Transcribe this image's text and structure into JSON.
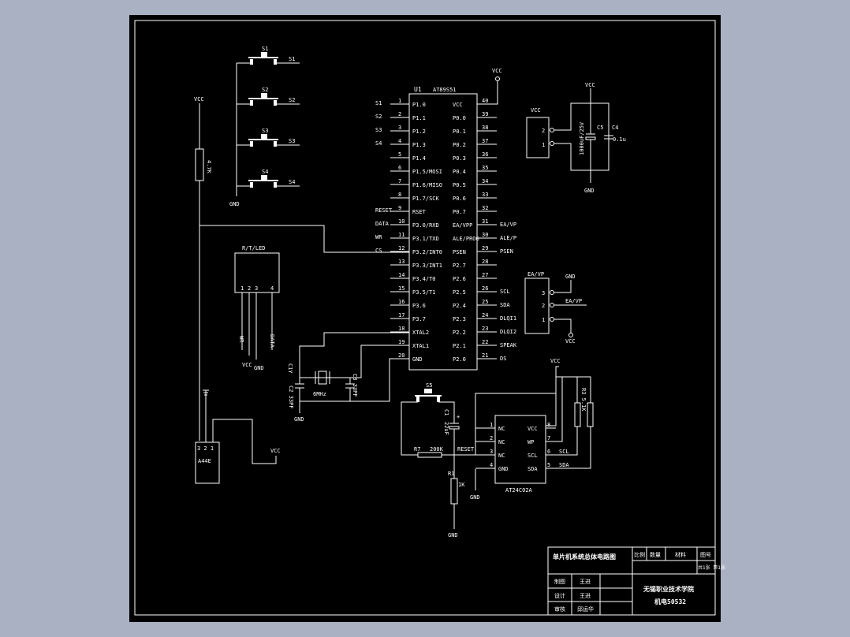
{
  "chip": {
    "ref": "U1",
    "part": "AT89S51",
    "left_pins": [
      {
        "num": "1",
        "name": "P1.0",
        "net": "S1"
      },
      {
        "num": "2",
        "name": "P1.1",
        "net": "S2"
      },
      {
        "num": "3",
        "name": "P1.2",
        "net": "S3"
      },
      {
        "num": "4",
        "name": "P1.3",
        "net": "S4"
      },
      {
        "num": "5",
        "name": "P1.4",
        "net": ""
      },
      {
        "num": "6",
        "name": "P1.5/MOSI",
        "net": ""
      },
      {
        "num": "7",
        "name": "P1.6/MISO",
        "net": ""
      },
      {
        "num": "8",
        "name": "P1.7/SCK",
        "net": ""
      },
      {
        "num": "9",
        "name": "RSET",
        "net": "RESET"
      },
      {
        "num": "10",
        "name": "P3.0/RXD",
        "net": "DATA"
      },
      {
        "num": "11",
        "name": "P3.1/TXD",
        "net": "WR"
      },
      {
        "num": "12",
        "name": "P3.2/INT0",
        "net": "CS"
      },
      {
        "num": "13",
        "name": "P3.3/INT1",
        "net": ""
      },
      {
        "num": "14",
        "name": "P3.4/T0",
        "net": ""
      },
      {
        "num": "15",
        "name": "P3.5/T1",
        "net": ""
      },
      {
        "num": "16",
        "name": "P3.6",
        "net": ""
      },
      {
        "num": "17",
        "name": "P3.7",
        "net": ""
      },
      {
        "num": "18",
        "name": "XTAL2",
        "net": ""
      },
      {
        "num": "19",
        "name": "XTAL1",
        "net": ""
      },
      {
        "num": "20",
        "name": "GND",
        "net": ""
      }
    ],
    "right_pins": [
      {
        "num": "40",
        "name": "VCC",
        "net": ""
      },
      {
        "num": "39",
        "name": "P0.0",
        "net": ""
      },
      {
        "num": "38",
        "name": "P0.1",
        "net": ""
      },
      {
        "num": "37",
        "name": "P0.2",
        "net": ""
      },
      {
        "num": "36",
        "name": "P0.3",
        "net": ""
      },
      {
        "num": "35",
        "name": "P0.4",
        "net": ""
      },
      {
        "num": "34",
        "name": "P0.5",
        "net": ""
      },
      {
        "num": "33",
        "name": "P0.6",
        "net": ""
      },
      {
        "num": "32",
        "name": "P0.7",
        "net": ""
      },
      {
        "num": "31",
        "name": "EA/VPP",
        "net": "EA/VP"
      },
      {
        "num": "30",
        "name": "ALE/PROG",
        "net": "ALE/P"
      },
      {
        "num": "29",
        "name": "PSEN",
        "net": "PSEN"
      },
      {
        "num": "28",
        "name": "P2.7",
        "net": ""
      },
      {
        "num": "27",
        "name": "P2.6",
        "net": ""
      },
      {
        "num": "26",
        "name": "P2.5",
        "net": "SCL"
      },
      {
        "num": "25",
        "name": "P2.4",
        "net": "SDA"
      },
      {
        "num": "24",
        "name": "P2.3",
        "net": "DLQI1"
      },
      {
        "num": "23",
        "name": "P2.2",
        "net": "DLQI2"
      },
      {
        "num": "22",
        "name": "P2.1",
        "net": "SPEAK"
      },
      {
        "num": "21",
        "name": "P2.0",
        "net": "DS"
      }
    ],
    "vcc": "VCC"
  },
  "switches": {
    "labels": [
      "S1",
      "S2",
      "S3",
      "S4"
    ],
    "nets": [
      "S1",
      "S2",
      "S3",
      "S4"
    ],
    "gnd": "GND"
  },
  "pullup": {
    "vcc": "VCC",
    "value": "4.7K"
  },
  "led": {
    "title": "R/T/LED",
    "pins": [
      "1",
      "2",
      "3",
      "4"
    ],
    "wr": "WR",
    "vcc": "VCC",
    "gnd": "GND",
    "data": "DATA"
  },
  "crystal": {
    "c1": "C1Y",
    "c2": "C2 33PF",
    "c3": "C3 33PF",
    "freq": "6MHz",
    "gnd": "GND"
  },
  "sensor": {
    "pins": "3 2 1",
    "name": "A44E",
    "vcc": "VCC"
  },
  "power": {
    "vcc": "VCC",
    "pins": [
      "2",
      "1"
    ],
    "vcc2": "VCC",
    "c5_label": "C5",
    "c5_value": "1000uF/25V",
    "c4_label": "C4",
    "c4_value": "0.1u",
    "gnd": "GND"
  },
  "ea_jumper": {
    "title": "EA/VP",
    "pins": [
      "3",
      "2",
      "1"
    ],
    "gnd": "GND",
    "ea": "EA/VP",
    "vcc": "VCC"
  },
  "reset": {
    "s5": "S5",
    "c1": "C1",
    "c1_value": "22uF",
    "plus": "+",
    "r7": "R7",
    "r7_value": "200K",
    "reset": "RESET",
    "r1": "R1",
    "r1_value": "1K",
    "gnd": "GND"
  },
  "eeprom": {
    "name": "AT24C02A",
    "left_pins": [
      {
        "num": "1",
        "name": "NC"
      },
      {
        "num": "2",
        "name": "NC"
      },
      {
        "num": "3",
        "name": "NC"
      },
      {
        "num": "4",
        "name": "GND"
      }
    ],
    "right_pins": [
      {
        "num": "8",
        "name": "VCC"
      },
      {
        "num": "7",
        "name": "WP"
      },
      {
        "num": "6",
        "name": "SCL"
      },
      {
        "num": "5",
        "name": "SDA"
      }
    ],
    "gnd": "GND",
    "vcc": "VCC",
    "r3": "R3 5.1K",
    "scl": "SCL",
    "sda": "SDA"
  },
  "title_block": {
    "title": "单片机系统总体电路图",
    "h_scale": "比例",
    "h_qty": "数量",
    "h_material": "材料",
    "h_drawing_no": "图号",
    "sheet": "共1张 第1张",
    "draw_label": "制图",
    "draw_name": "王进",
    "design_label": "设计",
    "design_name": "王进",
    "review_label": "审核",
    "review_name": "邱运华",
    "school": "无锡职业技术学院",
    "class": "机电50532"
  }
}
